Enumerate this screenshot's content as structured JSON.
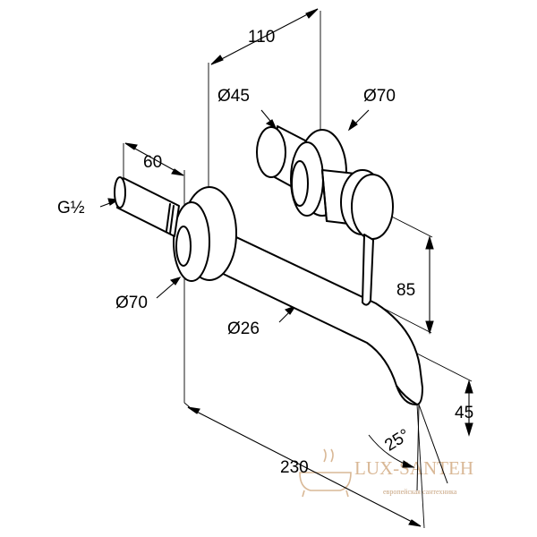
{
  "dimensions": {
    "width_top": "110",
    "inlet_diameter": "Ø45",
    "handle_diameter": "Ø70",
    "pipe_length": "60",
    "thread": "G½",
    "rosette_diameter": "Ø70",
    "spout_diameter": "Ø26",
    "handle_height": "85",
    "outlet_drop": "45",
    "angle": "25°",
    "projection": "230"
  },
  "watermark": {
    "brand": "LUX-SANTEH",
    "tagline": "европейская сантехника",
    "color": "#d9b896"
  }
}
